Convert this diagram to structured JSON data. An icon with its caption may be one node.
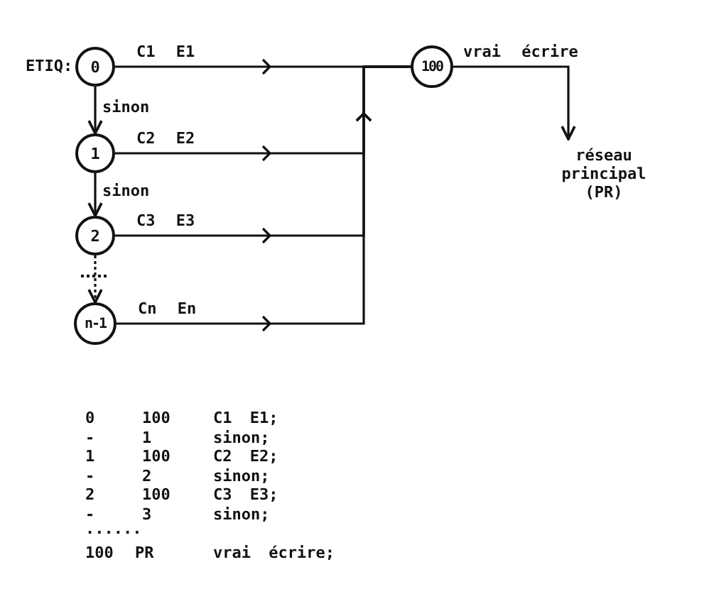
{
  "diagram": {
    "nodes": [
      {
        "text": [
          "0"
        ]
      },
      {
        "text": [
          "1"
        ]
      },
      {
        "text": [
          "2"
        ]
      },
      {
        "text": [
          "n-1"
        ]
      },
      {
        "text": [
          "100"
        ]
      },
      {
        "text": [
          "réseau principal (PR)"
        ]
      }
    ],
    "edges": [
      {
        "from": 0,
        "to": 4,
        "arrow": "to",
        "label": "C1 E1"
      },
      {
        "from": 1,
        "to": 4,
        "arrow": "to",
        "label": "C2 E2"
      },
      {
        "from": 2,
        "to": 4,
        "arrow": "to",
        "label": "C3 E3"
      },
      {
        "from": 3,
        "to": 4,
        "arrow": "to",
        "label": "Cn En"
      },
      {
        "from": 0,
        "to": 1,
        "arrow": "to",
        "label": "sinon"
      },
      {
        "from": 1,
        "to": 2,
        "arrow": "to",
        "label": "sinon"
      },
      {
        "from": 2,
        "to": 3,
        "arrow": "to",
        "style": "dashed"
      },
      {
        "from": 4,
        "to": 5,
        "arrow": "to",
        "label": "vrai écrire"
      }
    ],
    "labels": [
      "ETIQ:",
      "0",
      "100",
      "C1 E1;",
      "-",
      "1",
      "sinon;",
      "1",
      "100",
      "C2 E2;",
      "-",
      "2",
      "sinon;",
      "2",
      "100",
      "C3 E3;",
      "-",
      "3",
      "sinon;",
      "......",
      "100",
      "PR",
      "vrai écrire;"
    ]
  }
}
